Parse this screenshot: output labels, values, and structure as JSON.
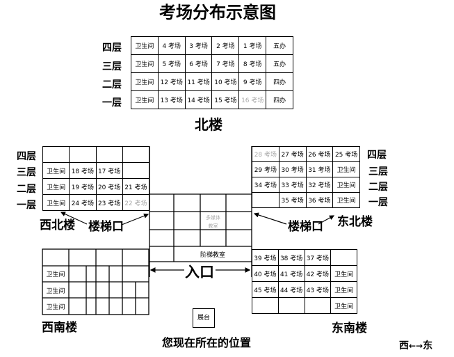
{
  "title": "考场分布示意图",
  "floors": [
    "四层",
    "三层",
    "二层",
    "一层"
  ],
  "north": {
    "name": "北楼",
    "rows": [
      [
        {
          "t": "卫生间"
        },
        {
          "t": "4 考场"
        },
        {
          "t": "3 考场"
        },
        {
          "t": "2 考场"
        },
        {
          "t": "1 考场"
        },
        {
          "t": "五办"
        }
      ],
      [
        {
          "t": "卫生间"
        },
        {
          "t": "5 考场"
        },
        {
          "t": "6 考场"
        },
        {
          "t": "7 考场"
        },
        {
          "t": "8 考场"
        },
        {
          "t": "五办"
        }
      ],
      [
        {
          "t": "卫生间"
        },
        {
          "t": "12 考场"
        },
        {
          "t": "11 考场"
        },
        {
          "t": "10 考场"
        },
        {
          "t": "9 考场"
        },
        {
          "t": "四办"
        }
      ],
      [
        {
          "t": "卫生间"
        },
        {
          "t": "13 考场"
        },
        {
          "t": "14 考场"
        },
        {
          "t": "15 考场"
        },
        {
          "t": "16 考场",
          "dim": true
        },
        {
          "t": "四办"
        }
      ]
    ]
  },
  "northwest": {
    "name": "西北楼",
    "rows": [
      [
        {
          "t": ""
        },
        {
          "t": ""
        },
        {
          "t": ""
        },
        {
          "t": ""
        }
      ],
      [
        {
          "t": "卫生间"
        },
        {
          "t": "18 考场"
        },
        {
          "t": "17 考场"
        },
        {
          "t": ""
        }
      ],
      [
        {
          "t": "卫生间"
        },
        {
          "t": "19 考场"
        },
        {
          "t": "20 考场"
        },
        {
          "t": "21 考场"
        }
      ],
      [
        {
          "t": "卫生间"
        },
        {
          "t": "24 考场"
        },
        {
          "t": "23 考场"
        },
        {
          "t": "22 考场",
          "dim": true
        }
      ]
    ]
  },
  "northeast": {
    "name": "东北楼",
    "rows": [
      [
        {
          "t": "28 考场",
          "dim": true
        },
        {
          "t": "27 考场"
        },
        {
          "t": "26 考场"
        },
        {
          "t": "25 考场"
        }
      ],
      [
        {
          "t": "29 考场"
        },
        {
          "t": "30 考场"
        },
        {
          "t": "31 考场"
        },
        {
          "t": "卫生间"
        }
      ],
      [
        {
          "t": "34 考场"
        },
        {
          "t": "33 考场"
        },
        {
          "t": "32 考场"
        },
        {
          "t": "卫生间"
        }
      ],
      [
        {
          "t": ""
        },
        {
          "t": "35 考场"
        },
        {
          "t": "36 考场"
        },
        {
          "t": "卫生间"
        }
      ]
    ]
  },
  "southeast": {
    "name": "东南楼",
    "rows": [
      [
        {
          "t": "39 考场"
        },
        {
          "t": "38 考场"
        },
        {
          "t": "37 考场"
        },
        {
          "t": ""
        }
      ],
      [
        {
          "t": "40 考场"
        },
        {
          "t": "41 考场"
        },
        {
          "t": "42 考场"
        },
        {
          "t": "卫生间"
        }
      ],
      [
        {
          "t": "45 考场"
        },
        {
          "t": "44 考场"
        },
        {
          "t": "43 考场"
        },
        {
          "t": "卫生间"
        }
      ],
      [
        {
          "t": ""
        },
        {
          "t": ""
        },
        {
          "t": ""
        },
        {
          "t": "卫生间"
        }
      ]
    ]
  },
  "southwest": {
    "name": "西南楼",
    "restrooms": [
      "卫生间",
      "卫生间",
      "卫生间"
    ]
  },
  "center": {
    "multimedia_line1": "多媒体",
    "multimedia_line2": "教室",
    "lecture_hall": "阶梯教室",
    "entrance": "入口"
  },
  "stairs_label": "楼梯口",
  "stage": "展台",
  "you_are_here": "您现在所在的位置",
  "compass": {
    "west": "西",
    "east": "东"
  }
}
